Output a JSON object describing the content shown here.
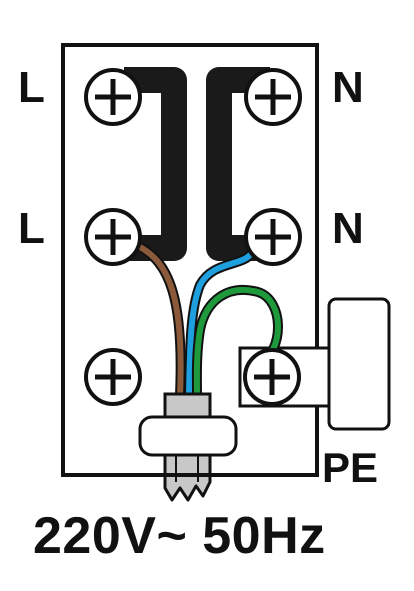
{
  "labels": {
    "line_top": "L",
    "line_middle": "L",
    "neutral_top": "N",
    "neutral_middle": "N",
    "protective_earth": "PE",
    "supply_rating": "220V~ 50Hz"
  },
  "colors": {
    "outline": "#111111",
    "background": "#ffffff",
    "bridge": "#1a1a1a",
    "wire_live": "#8a5a3a",
    "wire_neutral": "#1ea0de",
    "wire_earth": "#1e9a3c",
    "cable_sheath": "#c8c8c8"
  },
  "icons": {
    "terminal_screw": "screw-plus-icon",
    "cable_clamp": "cable-clamp-icon",
    "earth_terminal_block": "earth-block-icon"
  }
}
